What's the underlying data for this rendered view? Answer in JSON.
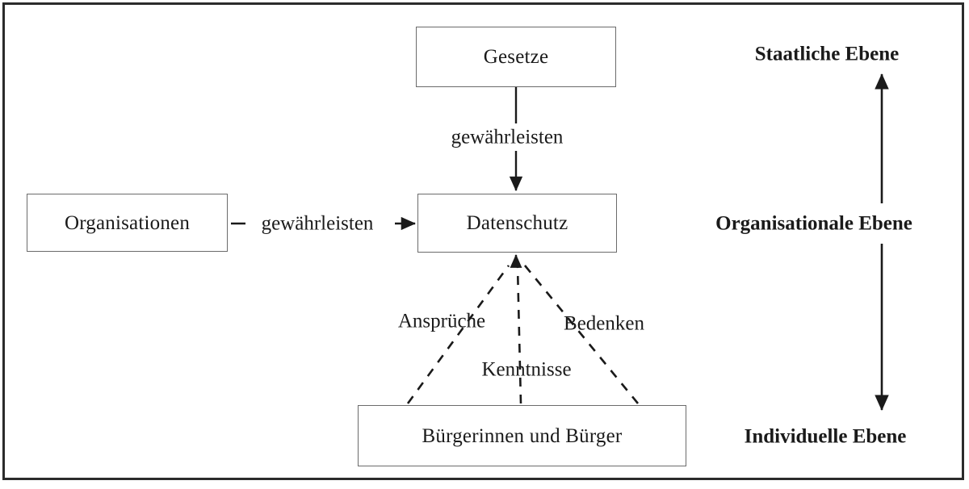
{
  "diagram": {
    "title": "Datenschutz-Ebenenmodell",
    "nodes": {
      "gesetze": "Gesetze",
      "datenschutz": "Datenschutz",
      "organisationen": "Organisationen",
      "buerger": "Bürgerinnen und Bürger"
    },
    "edge_labels": {
      "gesetze_to_datenschutz": "gewährleisten",
      "organisationen_to_datenschutz": "gewährleisten",
      "buerger_left": "Ansprüche",
      "buerger_middle": "Kenntnisse",
      "buerger_right": "Bedenken"
    },
    "levels": {
      "top": "Staatliche Ebene",
      "middle": "Organisationale Ebene",
      "bottom": "Individuelle Ebene"
    },
    "colors": {
      "frame": "#2b2b2b",
      "box_border": "#6b6b6b",
      "line": "#1a1a1a",
      "text": "#1a1a1a",
      "background": "#ffffff"
    }
  }
}
